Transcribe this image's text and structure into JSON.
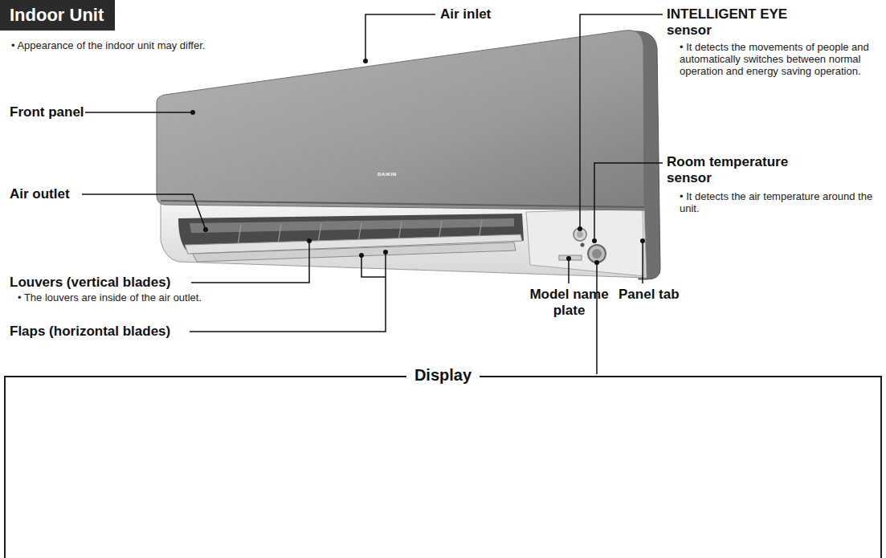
{
  "diagram": {
    "title": "Indoor Unit",
    "nodes": [
      {
        "text": [
          "Display"
        ]
      }
    ],
    "labels": [
      "• Appearance of the indoor unit may differ.",
      "Air inlet",
      "INTELLIGENT EYE sensor",
      "• It detects the movements of people and automatically switches between normal operation and energy saving operation.",
      "Front panel",
      "Air outlet",
      "Room temperature sensor",
      "• It detects the air temperature around the unit.",
      "Louvers (vertical blades)",
      "• The louvers are inside of the air outlet.",
      "Model name plate",
      "Panel tab",
      "Flaps (horizontal blades)",
      "DAIKIN"
    ]
  }
}
